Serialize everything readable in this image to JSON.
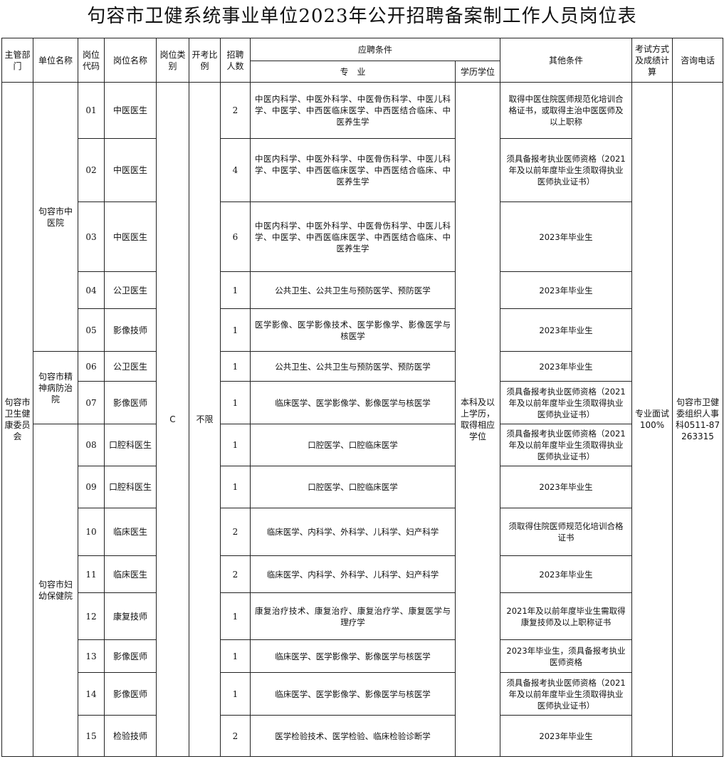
{
  "title": "句容市卫健系统事业单位2023年公开招聘备案制工作人员岗位表",
  "headers": {
    "dept": "主管部门",
    "unit": "单位名称",
    "code": "岗位代码",
    "post": "岗位名称",
    "category": "岗位类别",
    "ratio": "开考比例",
    "count": "招聘人数",
    "conditions": "应聘条件",
    "major": "专　业",
    "degree": "学历学位",
    "other": "其他条件",
    "exam": "考试方式及成绩计算",
    "phone": "咨询电话"
  },
  "shared": {
    "dept": "句容市卫生健康委员会",
    "category": "C",
    "ratio": "不限",
    "degree": "本科及以上学历，取得相应学位",
    "exam": "专业面试100%",
    "phone": "句容市卫健委组织人事科0511-87263315"
  },
  "units": [
    "句容市中医院",
    "句容市精神病防治院",
    "句容市妇幼保健院"
  ],
  "rows": [
    {
      "code": "01",
      "post": "中医医生",
      "count": "2",
      "major": "中医内科学、中医外科学、中医骨伤科学、中医儿科学、中医学、中西医临床医学、中西医结合临床、中医养生学",
      "other": "取得中医住院医师规范化培训合格证书，或取得主治中医医师及以上职称"
    },
    {
      "code": "02",
      "post": "中医医生",
      "count": "4",
      "major": "中医内科学、中医外科学、中医骨伤科学、中医儿科学、中医学、中西医临床医学、中西医结合临床、中医养生学",
      "other": "须具备报考执业医师资格（2021年及以前年度毕业生须取得执业医师执业证书）"
    },
    {
      "code": "03",
      "post": "中医医生",
      "count": "6",
      "major": "中医内科学、中医外科学、中医骨伤科学、中医儿科学、中医学、中西医临床医学、中西医结合临床、中医养生学",
      "other": "2023年毕业生"
    },
    {
      "code": "04",
      "post": "公卫医生",
      "count": "1",
      "major": "公共卫生、公共卫生与预防医学、预防医学",
      "other": "2023年毕业生"
    },
    {
      "code": "05",
      "post": "影像技师",
      "count": "1",
      "major": "医学影像、医学影像技术、医学影像学、影像医学与核医学",
      "other": "2023年毕业生"
    },
    {
      "code": "06",
      "post": "公卫医生",
      "count": "1",
      "major": "公共卫生、公共卫生与预防医学、预防医学",
      "other": "2023年毕业生"
    },
    {
      "code": "07",
      "post": "影像医师",
      "count": "1",
      "major": "临床医学、医学影像学、影像医学与核医学",
      "other": "须具备报考执业医师资格（2021年及以前年度毕业生须取得执业医师执业证书）"
    },
    {
      "code": "08",
      "post": "口腔科医生",
      "count": "1",
      "major": "口腔医学、口腔临床医学",
      "other": "须具备报考执业医师资格（2021年及以前年度毕业生须取得执业医师执业证书）"
    },
    {
      "code": "09",
      "post": "口腔科医生",
      "count": "1",
      "major": "口腔医学、口腔临床医学",
      "other": "2023年毕业生"
    },
    {
      "code": "10",
      "post": "临床医生",
      "count": "2",
      "major": "临床医学、内科学、外科学、儿科学、妇产科学",
      "other": "须取得住院医师规范化培训合格证书"
    },
    {
      "code": "11",
      "post": "临床医生",
      "count": "2",
      "major": "临床医学、内科学、外科学、儿科学、妇产科学",
      "other": "2023年毕业生"
    },
    {
      "code": "12",
      "post": "康复技师",
      "count": "1",
      "major": "康复治疗技术、康复治疗、康复治疗学、康复医学与理疗学",
      "other": "2021年及以前年度毕业生需取得康复技师及以上职称证书"
    },
    {
      "code": "13",
      "post": "影像医师",
      "count": "1",
      "major": "临床医学、医学影像学、影像医学与核医学",
      "other": "2023年毕业生，须具备报考执业医师资格"
    },
    {
      "code": "14",
      "post": "影像医师",
      "count": "1",
      "major": "临床医学、医学影像学、影像医学与核医学",
      "other": "须具备报考执业医师资格（2021年及以前年度毕业生须取得执业医师执业证书）"
    },
    {
      "code": "15",
      "post": "检验技师",
      "count": "2",
      "major": "医学检验技术、医学检验、临床检验诊断学",
      "other": "2023年毕业生"
    }
  ]
}
